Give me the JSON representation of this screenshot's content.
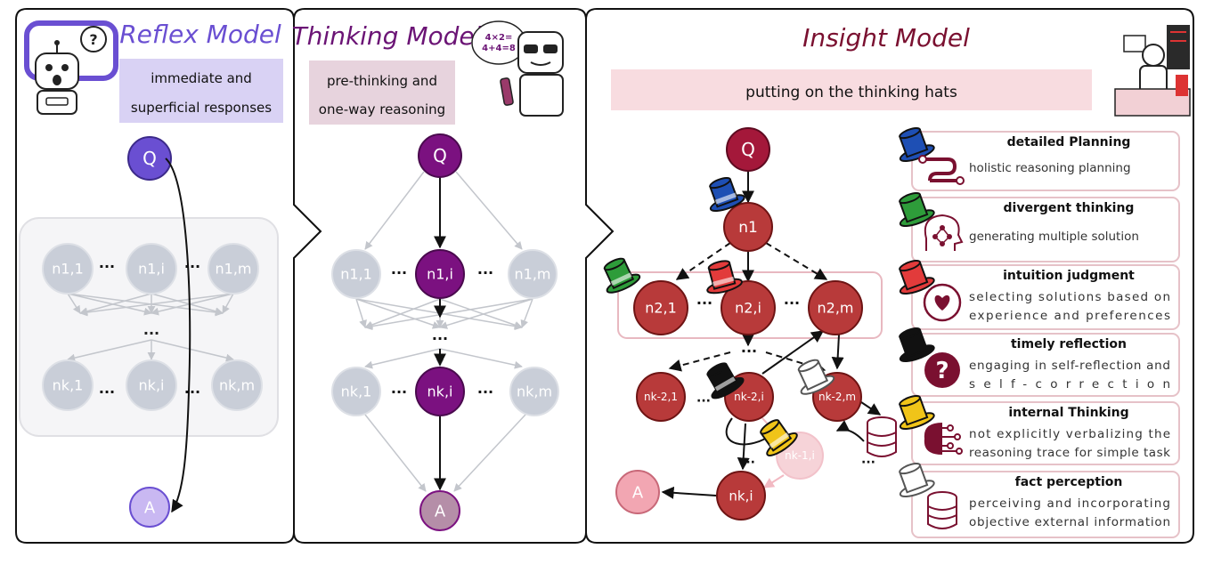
{
  "reflex": {
    "title": "Reflex Model",
    "desc_line1": "immediate and",
    "desc_line2": "superficial responses",
    "q": "Q",
    "a": "A",
    "nodes_top": [
      "n1,1",
      "n1,i",
      "n1,m"
    ],
    "nodes_bottom": [
      "nk,1",
      "nk,i",
      "nk,m"
    ],
    "dots": "···",
    "robot_bubble": "?"
  },
  "thinking": {
    "title": "Thinking Model",
    "desc_line1": "pre-thinking and",
    "desc_line2": "one-way reasoning",
    "q": "Q",
    "a": "A",
    "nodes_top": [
      "n1,1",
      "n1,i",
      "n1,m"
    ],
    "nodes_bottom": [
      "nk,1",
      "nk,i",
      "nk,m"
    ],
    "dots": "···",
    "bubble_line1": "4×2=",
    "bubble_line2": "4+4=8"
  },
  "insight": {
    "title": "Insight Model",
    "subtitle": "putting on the thinking hats",
    "q": "Q",
    "a": "A",
    "n1": "n1",
    "row2": [
      "n2,1",
      "n2,i",
      "n2,m"
    ],
    "rowk2": [
      "nk-2,1",
      "nk-2,i",
      "nk-2,m"
    ],
    "nk1i": "nk-1,i",
    "nki": "nk,i",
    "dots": "···",
    "features": [
      {
        "title": "detailed Planning",
        "lines": [
          "holistic reasoning planning"
        ],
        "hat_color": "#1e4fb4",
        "icon": "route-icon"
      },
      {
        "title": "divergent thinking",
        "lines": [
          "generating multiple solution"
        ],
        "hat_color": "#2e9c3a",
        "icon": "brain-network-icon"
      },
      {
        "title": "intuition judgment",
        "lines": [
          "selecting solutions based on",
          "experience and preferences"
        ],
        "hat_color": "#e23b3b",
        "icon": "heart-icon"
      },
      {
        "title": "timely reflection",
        "lines": [
          "engaging in self-reflection and",
          "self-correction"
        ],
        "hat_color": "#111111",
        "icon": "question-icon"
      },
      {
        "title": "internal Thinking",
        "lines": [
          "not explicitly verbalizing the",
          "reasoning trace for simple task"
        ],
        "hat_color": "#f0c419",
        "icon": "brain-circuit-icon"
      },
      {
        "title": "fact perception",
        "lines": [
          "perceiving and incorporating",
          "objective external information"
        ],
        "hat_color": "#ffffff",
        "icon": "database-icon"
      }
    ]
  },
  "colors": {
    "reflex_purple": "#6a4fd2",
    "reflex_light": "#c9b8f2",
    "thinking_purple": "#7b1180",
    "thinking_muted": "#b58ea8",
    "insight_red": "#b83a3a",
    "insight_title": "#7a1030",
    "grey_node": "#c9ced8",
    "reflex_title": "#6a4fd2",
    "thinking_title": "#6b1475"
  }
}
